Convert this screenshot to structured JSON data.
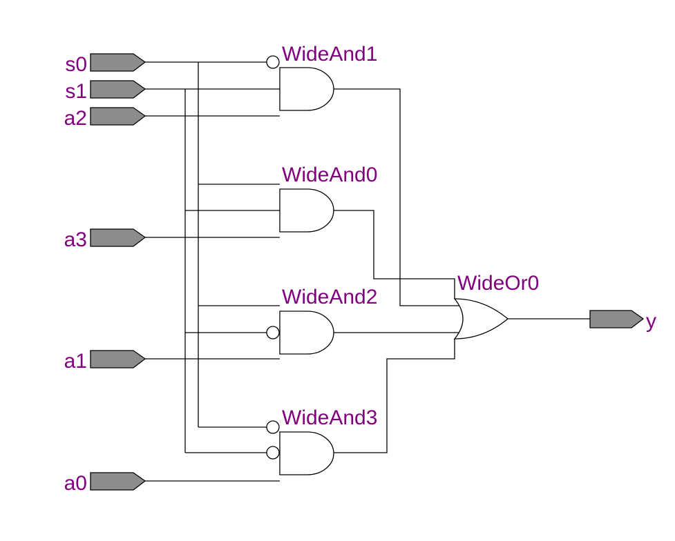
{
  "colors": {
    "label": "#800080",
    "port_fill": "#8c8c8c",
    "wire": "#000000"
  },
  "ports": {
    "s0": "s0",
    "s1": "s1",
    "a2": "a2",
    "a3": "a3",
    "a1": "a1",
    "a0": "a0",
    "y": "y"
  },
  "gates": {
    "wideand1": "WideAnd1",
    "wideand0": "WideAnd0",
    "wideand2": "WideAnd2",
    "wideand3": "WideAnd3",
    "wideor0": "WideOr0"
  }
}
